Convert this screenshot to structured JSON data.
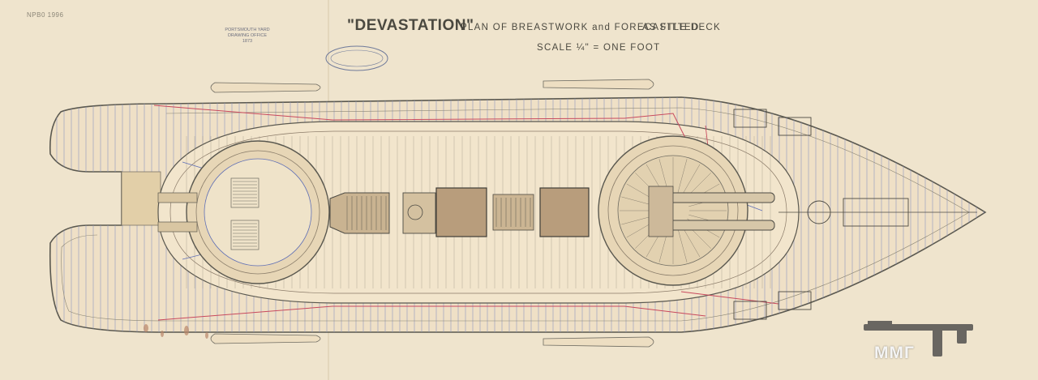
{
  "title": {
    "ship_name": "\"DEVASTATION\"",
    "plan": "PLAN OF BREASTWORK and FORECASTLE DECK",
    "fitted": "AS FITTED.",
    "scale": "SCALE ¼\" = ONE FOOT"
  },
  "reference_number": "NPB0 1996",
  "stamp": {
    "lines": [
      "PORTSMOUTH YARD",
      "DRAWING OFFICE",
      "1873"
    ],
    "oval_color": "#6f7a9a"
  },
  "watermark": {
    "text": "ММГ",
    "icon": "submachine-gun-icon"
  },
  "colors": {
    "paper": "#efe4cd",
    "ink": "#6d6a60",
    "red": "#c8495d",
    "blue": "#5f6fb5",
    "wash": "#c9a98a"
  }
}
